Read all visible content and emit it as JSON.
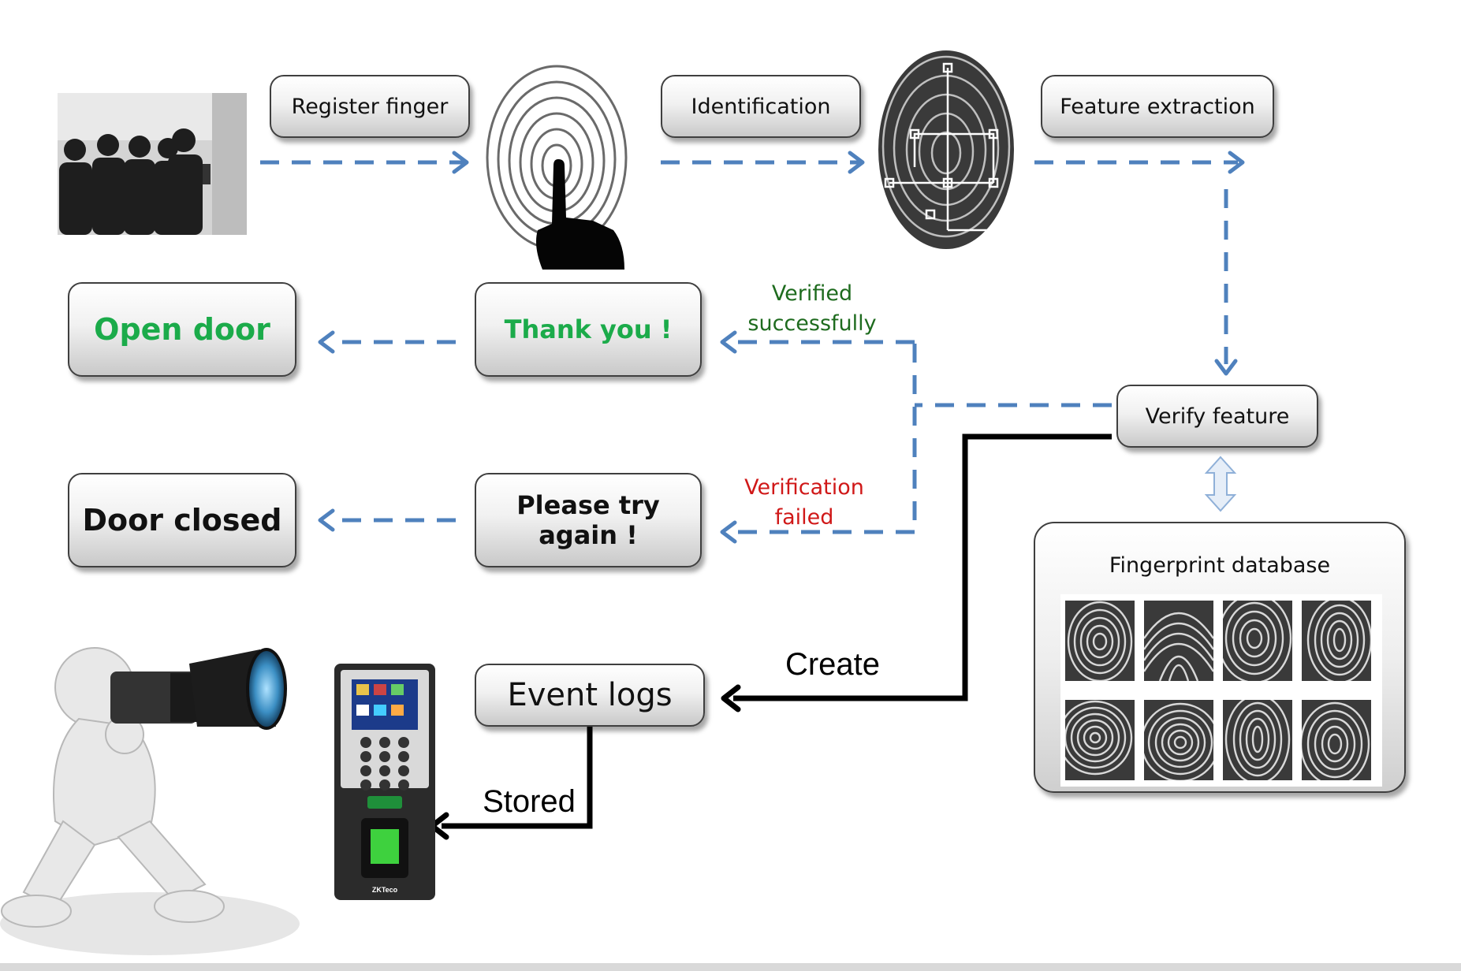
{
  "boxes": {
    "register": "Register finger",
    "identification": "Identification",
    "feature_extraction": "Feature extraction",
    "verify_feature": "Verify feature",
    "thank_you": "Thank you !",
    "try_again": "Please try again !",
    "open_door": "Open door",
    "door_closed": "Door closed",
    "event_logs": "Event logs"
  },
  "labels": {
    "verified_line1": "Verified",
    "verified_line2": "successfully",
    "failed_line1": "Verification",
    "failed_line2": "failed",
    "create": "Create",
    "stored": "Stored"
  },
  "database": {
    "title": "Fingerprint database"
  },
  "device": {
    "brand": "ZKTeco"
  },
  "colors": {
    "dashed_arrow": "#4f81bd",
    "solid_arrow": "#000000",
    "success_text": "#1bab4a",
    "verified_label": "#1e6b1e",
    "failed_label": "#d01818"
  }
}
